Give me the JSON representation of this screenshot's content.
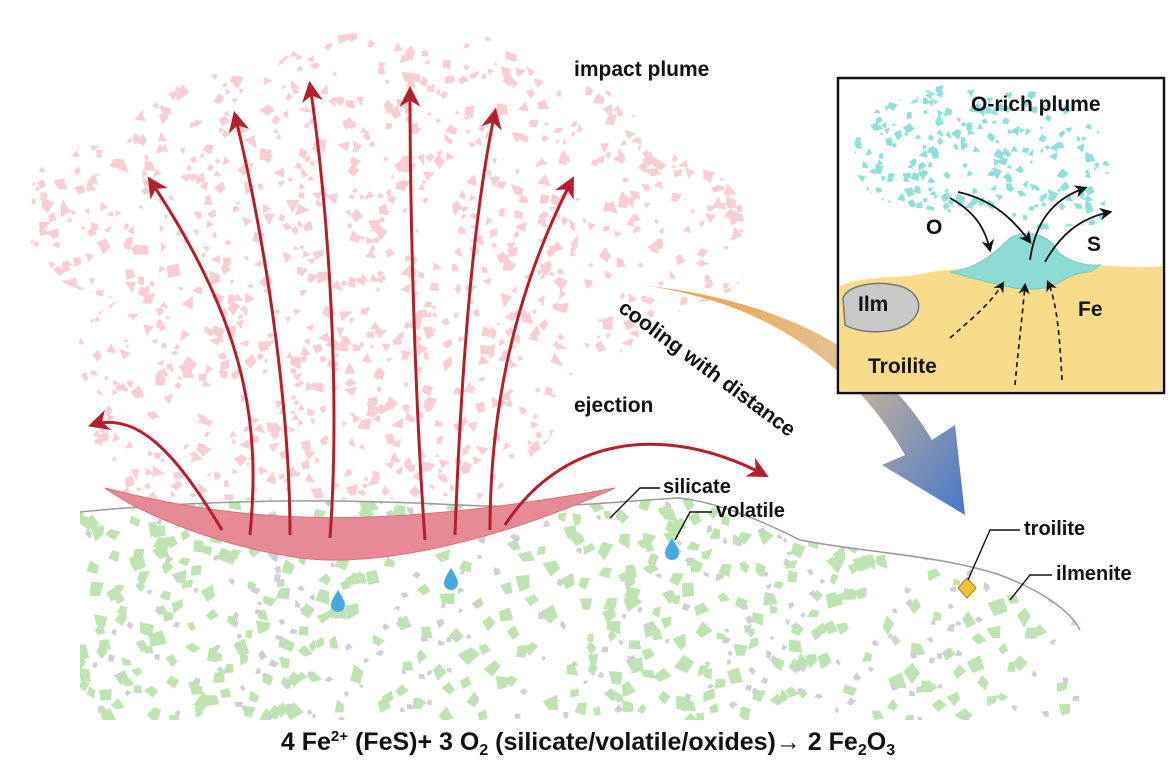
{
  "labels": {
    "impact_plume": "impact plume",
    "o_rich_plume": "O-rich plume",
    "o": "O",
    "s": "S",
    "ilm": "Ilm",
    "fe": "Fe",
    "troilite_inset": "Troilite",
    "cooling": "cooling with distance",
    "ejection": "ejection",
    "silicate": "silicate",
    "volatile": "volatile",
    "troilite": "troilite",
    "ilmenite": "ilmenite"
  },
  "equation": {
    "p1": "4 Fe",
    "sup1": "2+",
    "p2": " (FeS)+ 3 O",
    "sub1": "2",
    "p3": " (silicate/volatile/oxides)",
    "arrow": "→",
    "p4": " 2 Fe",
    "sub2": "2",
    "p5": "O",
    "sub3": "3"
  },
  "colors": {
    "plume_fragments": "#f8ced3",
    "plume_arrows": "#b3202c",
    "melt_lens": "#e78a96",
    "soil_grains": "#bfe3b2",
    "soil_grey_grains": "#cfcfd6",
    "volatile_drop": "#46a9e0",
    "troilite_grain": "#f0c23a",
    "inset_plume": "#8fe0da",
    "inset_melt": "#8ddbd4",
    "inset_ground": "#f8dc8a",
    "ilmenite_grain": "#c8c8c8",
    "cooling_arrow_start": "#f09a3c",
    "cooling_arrow_end": "#4a79c9"
  }
}
